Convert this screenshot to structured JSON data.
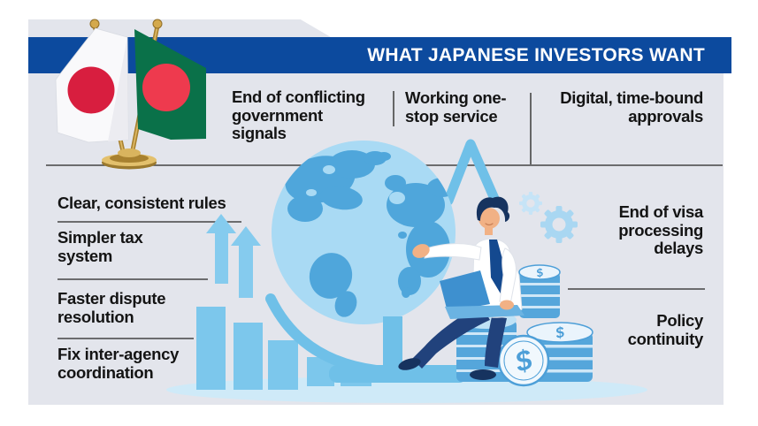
{
  "banner": {
    "title": "WHAT JAPANESE INVESTORS WANT",
    "bg_color": "#0c4a9e",
    "text_color": "#ffffff"
  },
  "demands": {
    "top_row": [
      "End of conflicting\ngovernment\nsignals",
      "Working one-\nstop service",
      "Digital, time-bound\napprovals"
    ],
    "left_column": [
      "Clear, consistent rules",
      "Simpler tax\nsystem",
      "Faster dispute\nresolution",
      "Fix inter-agency\ncoordination"
    ],
    "right_column": [
      "End of visa\nprocessing\ndelays",
      "Policy\ncontinuity"
    ]
  },
  "illustration": {
    "coin_symbol": "$",
    "icons": [
      "japan-flag-icon",
      "bangladesh-flag-icon",
      "globe-icon",
      "globe-stand",
      "businessman-icon",
      "laptop-icon",
      "coin-stack-icon",
      "dollar-coin-icon",
      "gear-icon",
      "growth-arrows-icon",
      "bar-chart-icon"
    ],
    "colors": {
      "card_bg": "#e3e5ec",
      "banner_blue": "#0c4a9e",
      "light_blue": "#85cbee",
      "globe_blue": "#a9daf4",
      "continent_blue": "#4fa6db",
      "stand_blue": "#6fc0e8",
      "coin_blue": "#55a6db",
      "ground_blue": "#cfeaf8",
      "line_gray": "#454545",
      "japan_red": "#d81e3f",
      "bangladesh_green": "#0a7149",
      "bangladesh_red": "#ee3a4e",
      "gold": "#c79e44"
    }
  }
}
